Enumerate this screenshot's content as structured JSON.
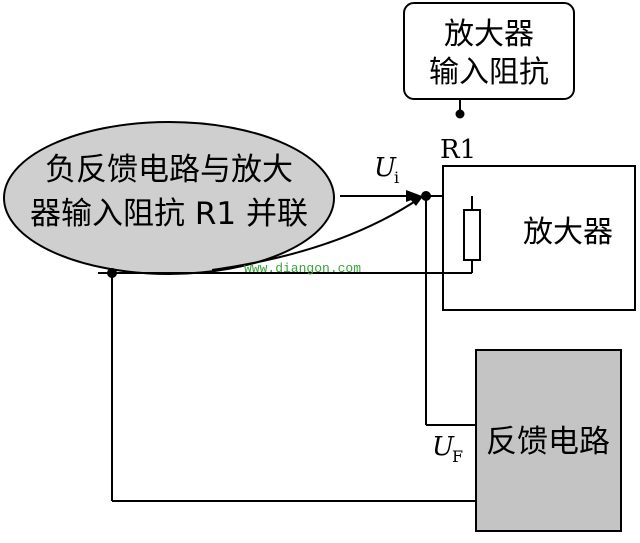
{
  "callout_top": {
    "line1": "放大器",
    "line2": "输入阻抗"
  },
  "resistor_label": "R1",
  "ellipse_note": {
    "line1": "负反馈电路与放大",
    "line2": "器输入阻抗 R1 并联"
  },
  "signal_in": {
    "symbol": "U",
    "subscript": "i"
  },
  "amplifier_box": {
    "label": "放大器"
  },
  "feedback_voltage": {
    "symbol": "U",
    "subscript": "F"
  },
  "feedback_box": {
    "label": "反馈电路"
  },
  "watermark": "www.diangon.com",
  "colors": {
    "feedback_box_fill": "#c4c4c4",
    "ellipse_fill": "#cfcfcf",
    "watermark": "#3aa53a",
    "line": "#000000"
  }
}
